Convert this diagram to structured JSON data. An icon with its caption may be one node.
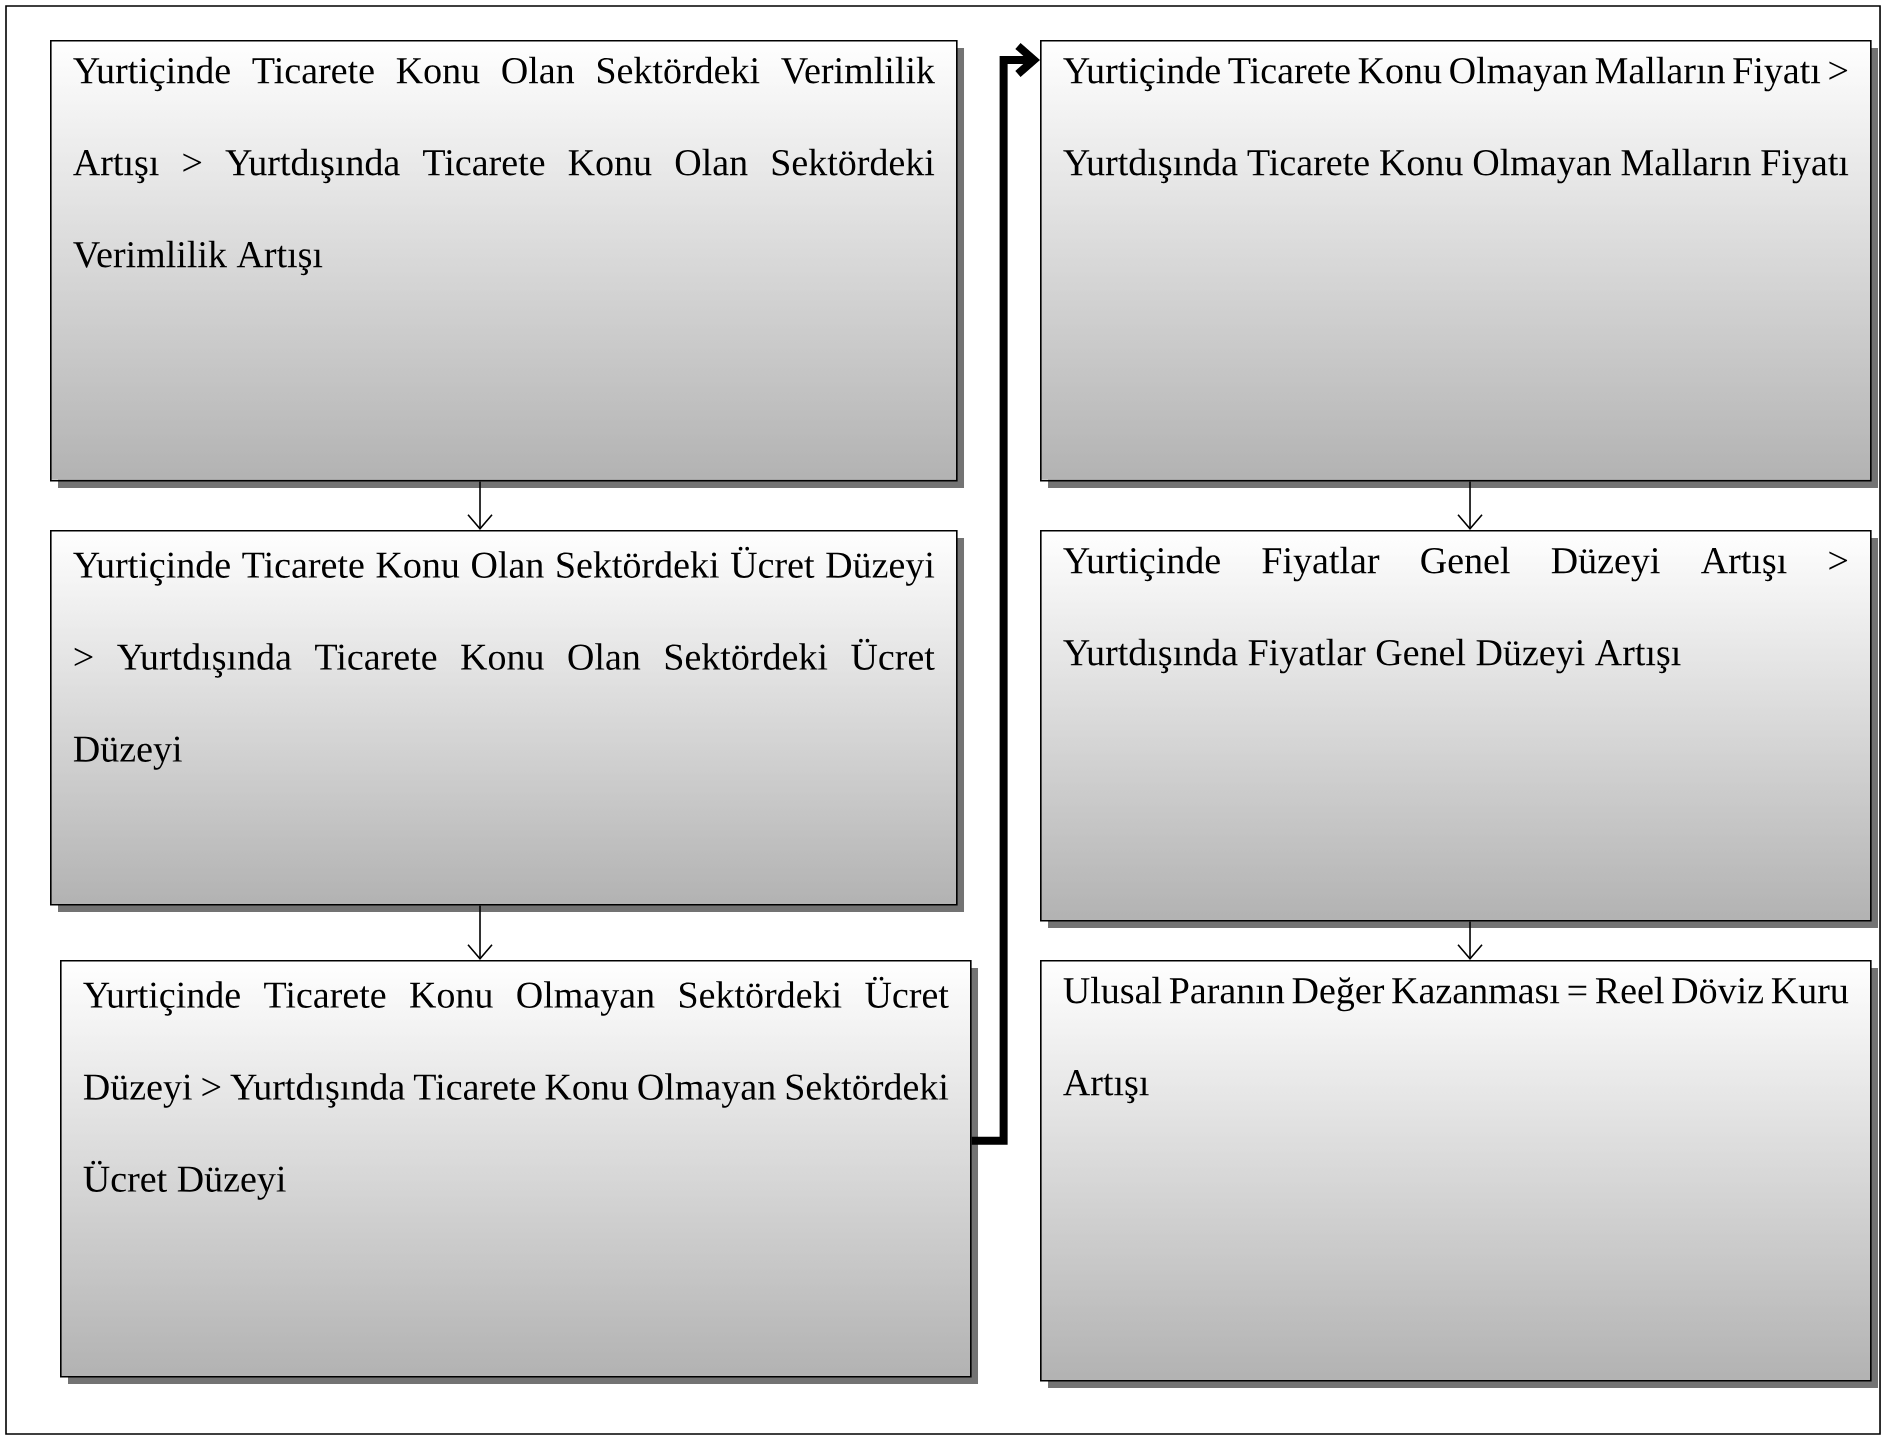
{
  "diagram": {
    "nodes": [
      {
        "text": [
          "Yurtiçinde Ticarete Konu Olan Sektördeki Verimlilik Artışı > Yurtdışında Ticarete Konu Olan Sektördeki Verimlilik Artışı"
        ]
      },
      {
        "text": [
          "Yurtiçinde Ticarete Konu Olan Sektördeki Ücret Düzeyi > Yurtdışında Ticarete Konu Olan Sektördeki Ücret Düzeyi"
        ]
      },
      {
        "text": [
          "Yurtiçinde Ticarete Konu Olmayan Sektördeki Ücret Düzeyi > Yurtdışında Ticarete Konu Olmayan Sektördeki Ücret Düzeyi"
        ]
      },
      {
        "text": [
          "Yurtiçinde Ticarete Konu Olmayan Malların Fiyatı > Yurtdışında Ticarete Konu Olmayan Malların Fiyatı"
        ]
      },
      {
        "text": [
          "Yurtiçinde Fiyatlar Genel Düzeyi Artışı > Yurtdışında Fiyatlar Genel Düzeyi Artışı"
        ]
      },
      {
        "text": [
          "Ulusal Paranın Değer Kazanması = Reel Döviz Kuru Artışı"
        ]
      }
    ],
    "edges": [
      {
        "from": 0,
        "to": 1,
        "arrow": "to"
      },
      {
        "from": 1,
        "to": 2,
        "arrow": "to"
      },
      {
        "from": 2,
        "to": 3,
        "arrow": "to",
        "style": "thick"
      },
      {
        "from": 3,
        "to": 4,
        "arrow": "to"
      },
      {
        "from": 4,
        "to": 5,
        "arrow": "to"
      }
    ]
  }
}
